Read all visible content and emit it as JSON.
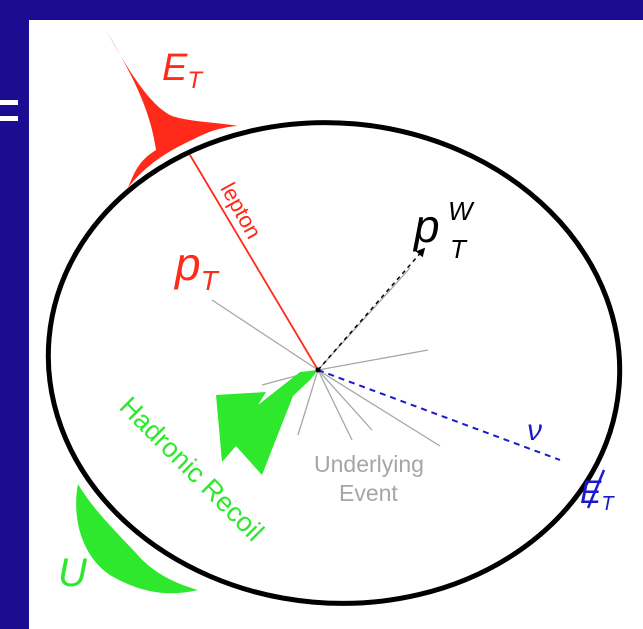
{
  "labels": {
    "et_main": "E",
    "et_sub": "T",
    "lepton": "lepton",
    "pt_main": "p",
    "pt_sub": "T",
    "ptw_main": "p",
    "ptw_sup": "W",
    "ptw_sub": "T",
    "hadronic_recoil": "Hadronic Recoil",
    "nu": "ν",
    "underlying_line1": "Underlying",
    "underlying_line2": "Event",
    "met_main": "E",
    "met_sub": "T",
    "u": "U"
  },
  "colors": {
    "slide_background": "#1b0c92",
    "panel_background": "#ffffff",
    "lepton": "#ff2a1a",
    "recoil": "#2ee82e",
    "neutrino": "#1a1acc",
    "underlying_event": "#a6a6a6",
    "w_vector": "#000000",
    "detector_ring": "#000000"
  }
}
